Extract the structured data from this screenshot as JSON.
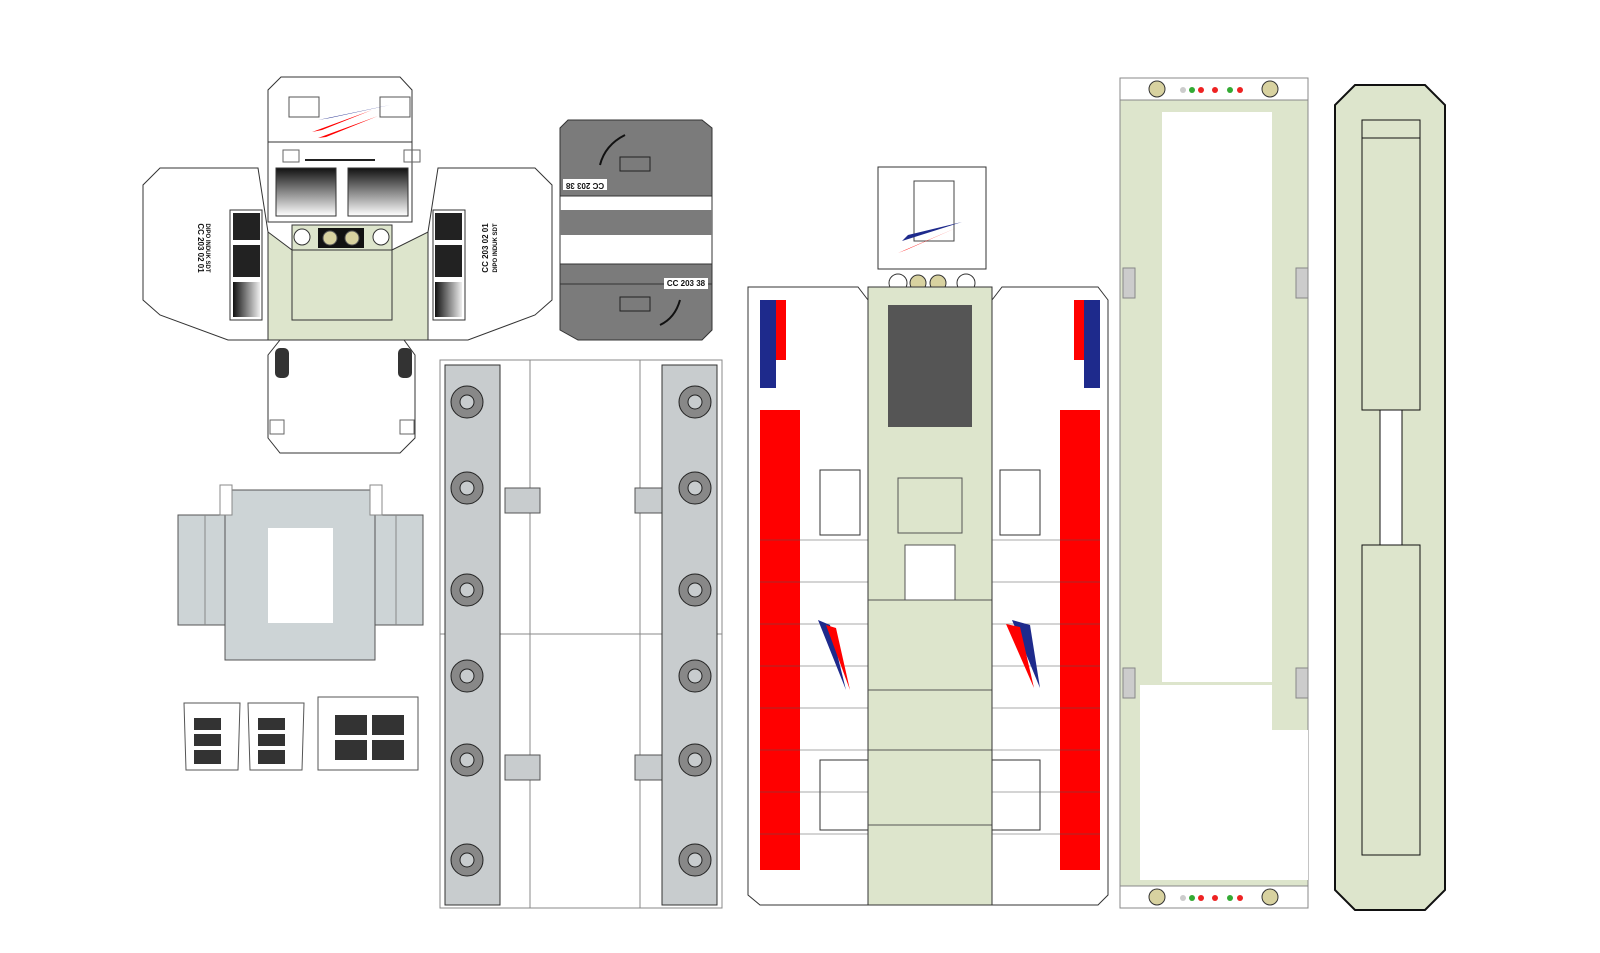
{
  "sheet": {
    "title": "",
    "colors": {
      "body_green": "#dde5cc",
      "stripe_red": "#ff0000",
      "stripe_blue": "#1e2a8c",
      "roof_grey": "#7b7b7b",
      "bogie_grey": "#c8ccce",
      "outline": "#333333",
      "base_grey": "#cdd4d6",
      "lamp_yellow": "#d8d2a0"
    }
  },
  "labels": {
    "unit_number_side_a": "CC 203 02 01",
    "depot_side_a": "DIPO INDUK SDT",
    "unit_number_side_b": "CC 203 02 01",
    "depot_side_b": "DIPO INDUK SDT",
    "roof_number_top": "CC 203 38",
    "roof_number_bottom": "CC 203 38"
  },
  "parts": [
    {
      "name": "cab-front-part"
    },
    {
      "name": "roof-top-part"
    },
    {
      "name": "fuel-tank-base-part"
    },
    {
      "name": "bogie-frames-part"
    },
    {
      "name": "long-hood-side-part"
    },
    {
      "name": "underframe-floor-part"
    },
    {
      "name": "underframe-base-part"
    }
  ]
}
